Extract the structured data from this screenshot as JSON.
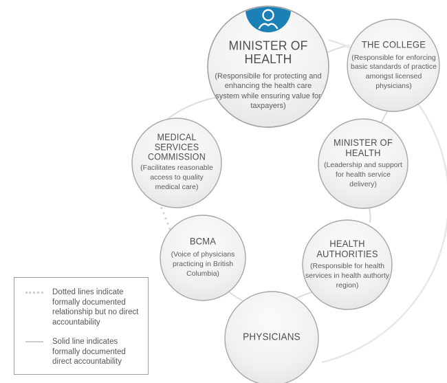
{
  "diagram": {
    "nodes": [
      {
        "id": "minister-of-health-main",
        "title": "MINISTER OF HEALTH",
        "subtitle": "(Responsibile for protecting and enhancing the health care system while ensuring value for taxpayers)"
      },
      {
        "id": "the-college",
        "title": "THE COLLEGE",
        "subtitle": "(Responsible for enforcing basic standards of practice amongst licensed physicians)"
      },
      {
        "id": "minister-of-health-right",
        "title": "MINISTER OF HEALTH",
        "subtitle": "(Leadership and support for health service delivery)"
      },
      {
        "id": "health-authorities",
        "title": "HEALTH AUTHORITIES",
        "subtitle": "(Responsible for health services in health authorty region)"
      },
      {
        "id": "physicians",
        "title": "PHYSICIANS",
        "subtitle": ""
      },
      {
        "id": "bcma",
        "title": "BCMA",
        "subtitle": "(Voice of physicians practicing in British Columbia)"
      },
      {
        "id": "medical-services-commission",
        "title": "MEDICAL SERVICES COMMISSION",
        "subtitle": "(Facilitates reasonable access to quality medical care)"
      }
    ],
    "legend": {
      "dotted_label": "Dotted lines indicate formally documented relationship but no direct accountability",
      "solid_label": "Solid line indicates formally documented direct accountability"
    },
    "colors": {
      "accent_blue": "#1a80b6",
      "circle_border": "#a6a6a6",
      "line_gray": "#dcdcdc",
      "title_text": "#4d4d4d"
    },
    "icons": {
      "badge": "person-icon"
    }
  }
}
